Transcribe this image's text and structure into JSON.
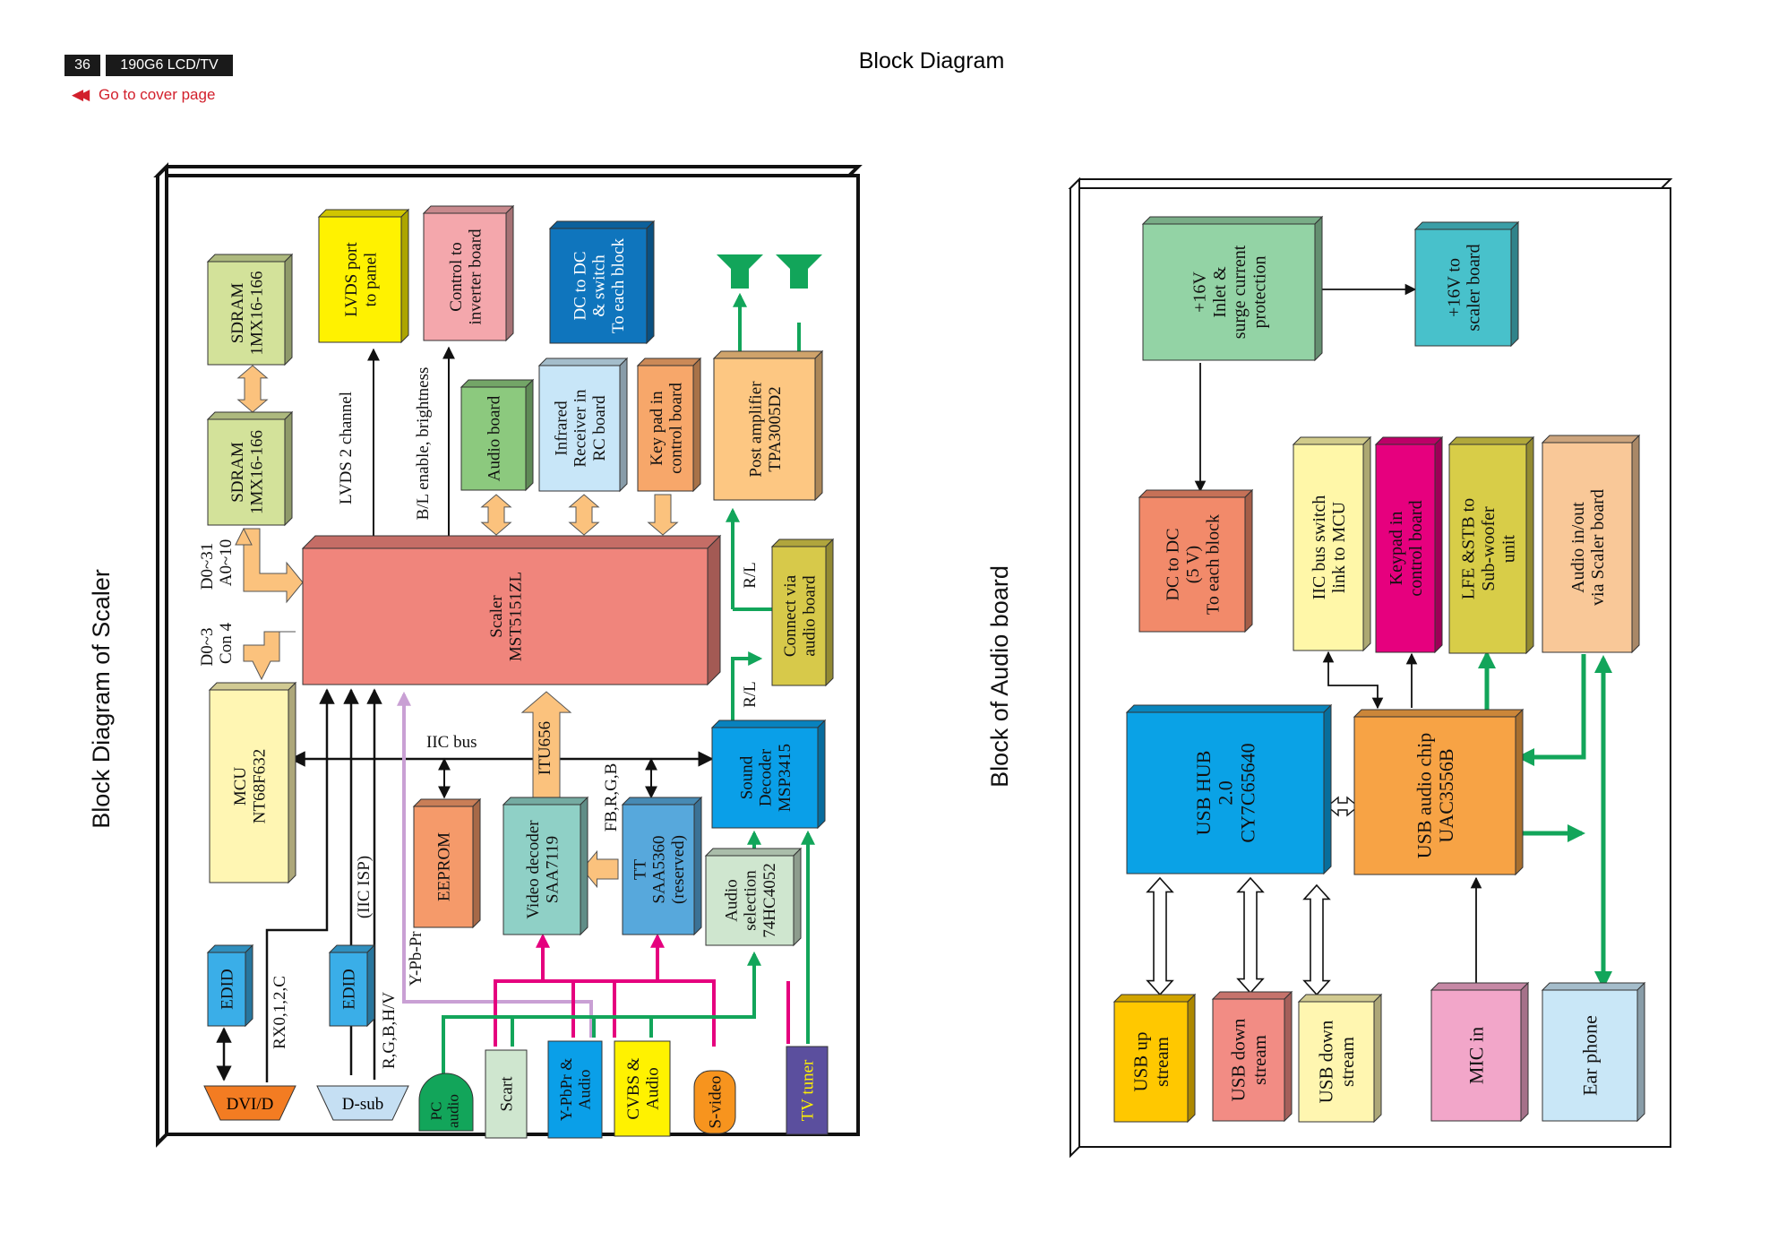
{
  "header": {
    "page_number": "36",
    "model": "190G6 LCD/TV",
    "cover_link": "Go to cover page",
    "title": "Block Diagram"
  },
  "scaler": {
    "title": "Block  Diagram of Scaler",
    "blocks": {
      "sdram_top": [
        "SDRAM",
        "1MX16-166"
      ],
      "sdram_bottom": [
        "SDRAM",
        "1MX16-166"
      ],
      "lvds": [
        "LVDS port",
        "to panel"
      ],
      "inverter": [
        "Control to",
        "inverter board"
      ],
      "dcdc": [
        "DC to DC",
        "& switch",
        "To each block"
      ],
      "audio_board": [
        "Audio board"
      ],
      "infrared": [
        "Infrared",
        "Receiver in",
        "RC board"
      ],
      "keypad": [
        "Key pad in",
        "control board"
      ],
      "post_amp": [
        "Post amplifier",
        "TPA3005D2"
      ],
      "scaler_chip": [
        "Scaler",
        "MST5151ZL"
      ],
      "connect_audio": [
        "Connect via",
        "audio board"
      ],
      "mcu": [
        "MCU",
        "NT68F632"
      ],
      "eeprom": [
        "EEPROM"
      ],
      "video_decoder": [
        "Video decoder",
        "SAA7119"
      ],
      "tt": [
        "TT",
        "SAA5360",
        "(reserved)"
      ],
      "sound_decoder": [
        "Sound",
        "Decoder",
        "MSP3415"
      ],
      "audio_selection": [
        "Audio",
        "selection",
        "74HC4052"
      ],
      "edid_left": [
        "EDID"
      ],
      "edid_right": [
        "EDID"
      ],
      "dvi": [
        "DVI/D"
      ],
      "dsub": [
        "D-sub"
      ],
      "pc_audio": [
        "PC",
        "audio"
      ],
      "scart": [
        "Scart"
      ],
      "ypbpr_audio": [
        "Y-PbPr &",
        "Audio"
      ],
      "cvbs_audio": [
        "CVBS &",
        "Audio"
      ],
      "svideo": [
        "S-video"
      ],
      "tv_tuner": [
        "TV tuner"
      ]
    },
    "labels": {
      "lvds_channel": "LVDS 2 channel",
      "bl_enable": "B/L enable, brightness",
      "d0_31": "D0~31",
      "a0_10": "A0~10",
      "d0_3": "D0~3",
      "con4": "Con 4",
      "iic_bus": "IIC bus",
      "itu656": "ITU656",
      "fb_rgb": "FB,R,G,B",
      "rl_top": "R/L",
      "rl_bottom": "R/L",
      "iic_isp": "(IIC ISP)",
      "rx": "RX0,1,2,C",
      "ypbpr": "Y-Pb-Pr",
      "rgbhv": "R,G,B,H/V"
    }
  },
  "audio": {
    "title": "Block of Audio board",
    "blocks": {
      "inlet": [
        "+16V",
        "Inlet &",
        "surge current",
        "protection"
      ],
      "to_scaler": [
        "+16V to",
        "scaler board"
      ],
      "dcdc5": [
        "DC to DC",
        "(5 V)",
        "To each block"
      ],
      "iic_switch": [
        "IIC bus switch",
        "link to MCU"
      ],
      "keypad": [
        "Keypad in",
        "control board"
      ],
      "lfe": [
        "LFE &STB to",
        "Sub-woofer",
        "unit"
      ],
      "audio_io": [
        "Audio in/out",
        "via Scaler board"
      ],
      "usb_hub": [
        "USB HUB",
        "2.0",
        "CY7C65640"
      ],
      "usb_audio": [
        "USB audio chip",
        "UAC3556B"
      ],
      "usb_up": [
        "USB up",
        "stream"
      ],
      "usb_down1": [
        "USB down",
        "stream"
      ],
      "usb_down2": [
        "USB down",
        "stream"
      ],
      "mic": [
        "MIC in"
      ],
      "ear": [
        "Ear phone"
      ]
    }
  },
  "colors": {
    "sdram": "#d3e29a",
    "lvds": "#fff200",
    "inverter": "#f4a7ac",
    "dcdc_blue": "#0f75bd",
    "audio_board": "#8cc97e",
    "infrared": "#c8e6f8",
    "keypad_orange": "#f7a76a",
    "post_amp": "#fdc782",
    "scaler": "#f0857c",
    "connect": "#d7c94a",
    "mcu": "#fff6b3",
    "eeprom": "#f59a6a",
    "video": "#8fd0c6",
    "tt": "#57a8dc",
    "sound": "#0a9fe8",
    "selection": "#cfe6cf",
    "edid": "#3aaee8",
    "green_arrow": "#12a55a",
    "magenta_arrow": "#e5007e",
    "lilac_arrow": "#c9a0d4",
    "orange_arrow": "#fbc27d",
    "inlet": "#93d3a5",
    "to_scaler": "#48c1cb",
    "dcdc5": "#f28a6a",
    "iic_switch": "#fff7a8",
    "keypad_magenta": "#e6007e",
    "lfe": "#d8cd48",
    "audio_io": "#f9c898",
    "usb_hub": "#0aa2e6",
    "usb_audio": "#f7a345",
    "usb_up": "#ffc800",
    "usb_down1": "#f28c84",
    "usb_down2": "#fff6b0",
    "mic": "#f2a6c9",
    "ear": "#c9e7f7"
  }
}
